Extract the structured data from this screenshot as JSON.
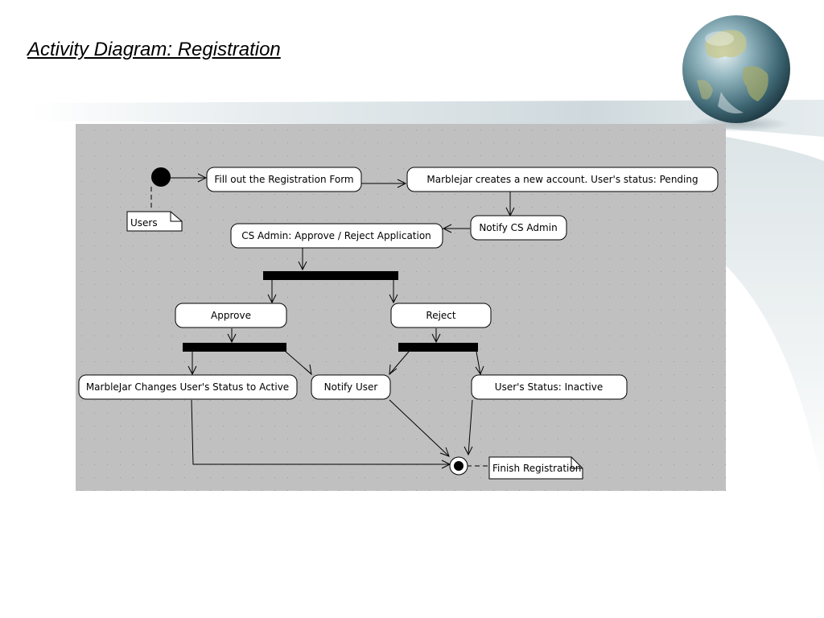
{
  "slide": {
    "title": "Activity Diagram: Registration"
  },
  "diagram": {
    "notes": {
      "users": "Users",
      "finish": "Finish Registration"
    },
    "nodes": {
      "fill_form": "Fill out the Registration Form",
      "create_account": "Marblejar creates a new account. User's status: Pending",
      "notify_admin": "Notify CS Admin",
      "admin_review": "CS Admin: Approve / Reject Application",
      "approve": "Approve",
      "reject": "Reject",
      "status_active": "MarbleJar Changes User's Status to Active",
      "notify_user": "Notify User",
      "status_inactive": "User's Status: Inactive"
    }
  }
}
